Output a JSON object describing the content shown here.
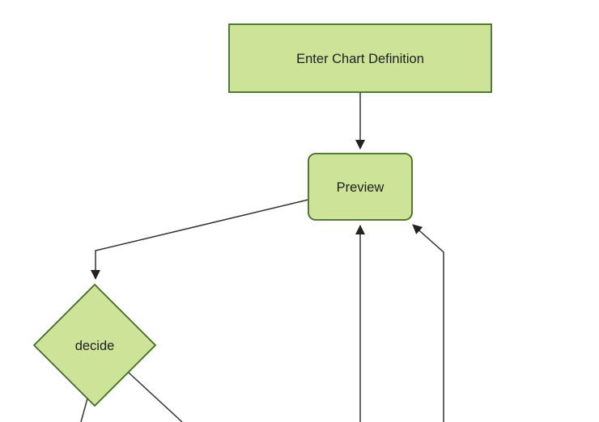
{
  "diagram": {
    "type": "flowchart",
    "direction": "top-down",
    "colors": {
      "background": "#ffffff",
      "node_fill": "#cde498",
      "node_stroke": "#3f6e23",
      "edge_stroke": "#333333",
      "arrowhead_fill": "#222222",
      "text": "#1f1f1f"
    },
    "nodes": [
      {
        "id": "enter-chart-definition",
        "label": "Enter Chart Definition",
        "shape": "rectangle"
      },
      {
        "id": "preview",
        "label": "Preview",
        "shape": "rounded-rectangle"
      },
      {
        "id": "decide",
        "label": "decide",
        "shape": "diamond"
      }
    ],
    "edges": [
      {
        "from": "enter-chart-definition",
        "to": "preview",
        "arrowhead": true
      },
      {
        "from": "preview",
        "to": "decide",
        "arrowhead": true
      },
      {
        "from": "offscreen-bottom",
        "to": "preview",
        "arrowhead": true
      },
      {
        "from": "offscreen-bottom-right",
        "to": "preview",
        "arrowhead": true
      },
      {
        "from": "decide",
        "to": "offscreen-bottom-left",
        "arrowhead": false
      },
      {
        "from": "decide",
        "to": "offscreen-bottom-right",
        "arrowhead": false
      }
    ]
  }
}
